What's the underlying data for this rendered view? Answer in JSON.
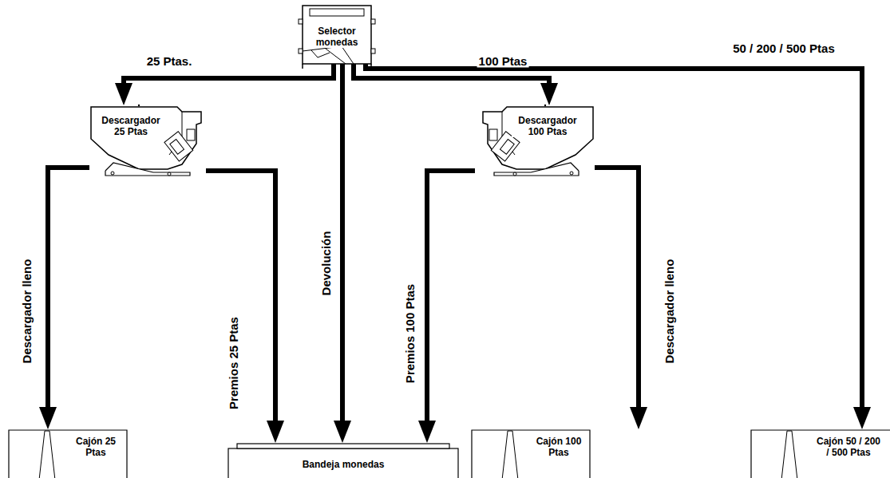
{
  "diagram": {
    "nodes": [
      {
        "text": [
          "Selector monedas"
        ]
      },
      {
        "text": [
          "Descargador 25 Ptas"
        ]
      },
      {
        "text": [
          "Descargador 100 Ptas"
        ]
      },
      {
        "text": [
          "Cajón 25 Ptas"
        ]
      },
      {
        "text": [
          "Bandeja monedas"
        ]
      },
      {
        "text": [
          "Cajón 100 Ptas"
        ]
      },
      {
        "text": [
          "Cajón 50 / 200 / 500 Ptas"
        ]
      }
    ],
    "edges": [
      {
        "from": 0,
        "to": 1,
        "arrow": "to",
        "label": "25 Ptas."
      },
      {
        "from": 0,
        "to": 4,
        "arrow": "to",
        "label": "Devolución"
      },
      {
        "from": 0,
        "to": 2,
        "arrow": "to",
        "label": "100 Ptas"
      },
      {
        "from": 0,
        "to": 6,
        "arrow": "to",
        "label": "50 / 200 / 500 Ptas"
      },
      {
        "from": 1,
        "to": 3,
        "arrow": "to",
        "label": "Descargador lleno"
      },
      {
        "from": 1,
        "to": 4,
        "arrow": "to",
        "label": "Premios 25 Ptas"
      },
      {
        "from": 2,
        "to": 4,
        "arrow": "to",
        "label": "Premios 100 Ptas"
      },
      {
        "from": 2,
        "to": 5,
        "arrow": "to",
        "label": "Descargador lleno"
      }
    ]
  }
}
